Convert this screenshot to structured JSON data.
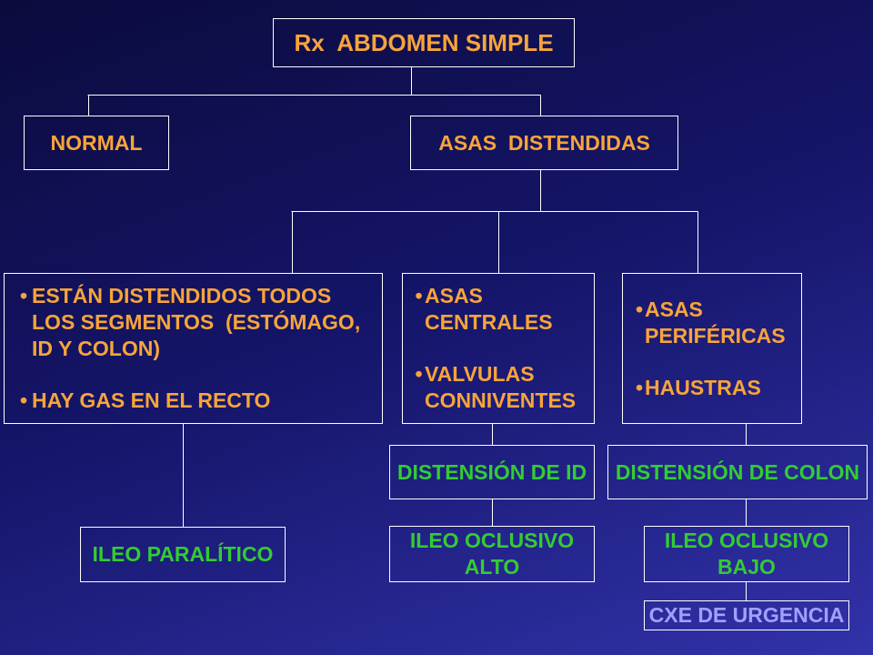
{
  "colors": {
    "background_top": "#0b0b3d",
    "background_bottom": "#3232aa",
    "orange_text": "#f7a43a",
    "green_text": "#33cc33",
    "lavender_text": "#a0a0ff",
    "lines": "#ffffff"
  },
  "bullet": "•",
  "root": {
    "label": "Rx  ABDOMEN SIMPLE"
  },
  "level1": {
    "normal": {
      "label": "NORMAL"
    },
    "distended_loops": {
      "label": "ASAS  DISTENDIDAS"
    }
  },
  "level2": {
    "all_segments": {
      "items": [
        {
          "lines": [
            "ESTÁN DISTENDIDOS TODOS",
            "LOS SEGMENTOS  (ESTÓMAGO,",
            "ID Y COLON)"
          ]
        },
        {
          "lines": [
            "HAY GAS EN EL RECTO"
          ]
        }
      ]
    },
    "central_loops": {
      "items": [
        {
          "lines": [
            "ASAS",
            "CENTRALES"
          ]
        },
        {
          "lines": [
            "VALVULAS",
            "CONNIVENTES"
          ]
        }
      ]
    },
    "peripheral_loops": {
      "items": [
        {
          "lines": [
            "ASAS",
            "PERIFÉRICAS"
          ]
        },
        {
          "lines": [
            "HAUSTRAS"
          ]
        }
      ]
    }
  },
  "level3": {
    "paralytic_ileus": {
      "label": "ILEO PARALÍTICO"
    },
    "small_bowel_distension": {
      "label": "DISTENSIÓN DE ID"
    },
    "colon_distension": {
      "label": "DISTENSIÓN DE COLON"
    }
  },
  "level4": {
    "high_obstruction": {
      "lines": [
        "ILEO OCLUSIVO",
        "ALTO"
      ]
    },
    "low_obstruction": {
      "lines": [
        "ILEO OCLUSIVO",
        "BAJO"
      ]
    }
  },
  "level5": {
    "urgent_surgery": {
      "label": "CXE DE URGENCIA"
    }
  }
}
